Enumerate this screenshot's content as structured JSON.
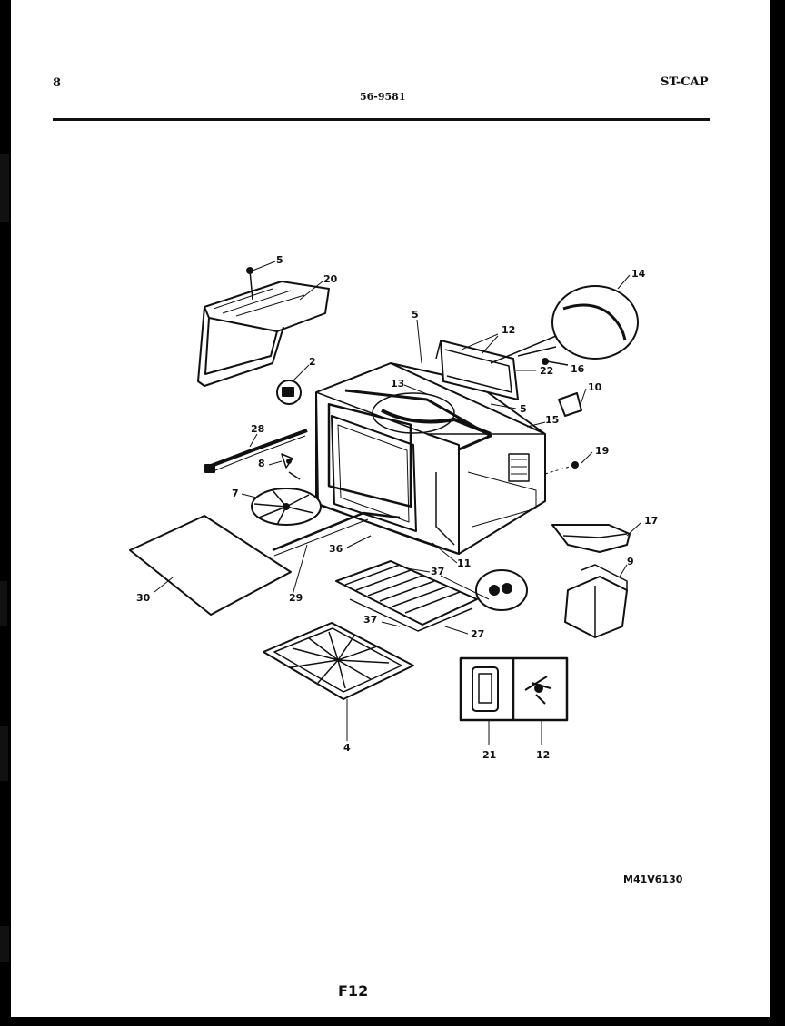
{
  "header": {
    "left": "8",
    "center": "56-9581",
    "right": "ST-CAP"
  },
  "footer": {
    "model_code": "M41V6130",
    "figure": "F12"
  },
  "callouts": {
    "c5a": "5",
    "c20": "20",
    "c2": "2",
    "c5b": "5",
    "c12a": "12",
    "c14": "14",
    "c16": "16",
    "c22": "22",
    "c13": "13",
    "c10": "10",
    "c5c": "5",
    "c15": "15",
    "c28": "28",
    "c8a": "8",
    "c19": "19",
    "c7": "7",
    "c17": "17",
    "c36": "36",
    "c11": "11",
    "c30": "30",
    "c29": "29",
    "c37a": "37",
    "c9": "9",
    "c37b": "37",
    "c27": "27",
    "c4": "4",
    "c21": "21",
    "c12b": "12"
  },
  "colors": {
    "ink": "#111111",
    "paper": "#ffffff"
  }
}
